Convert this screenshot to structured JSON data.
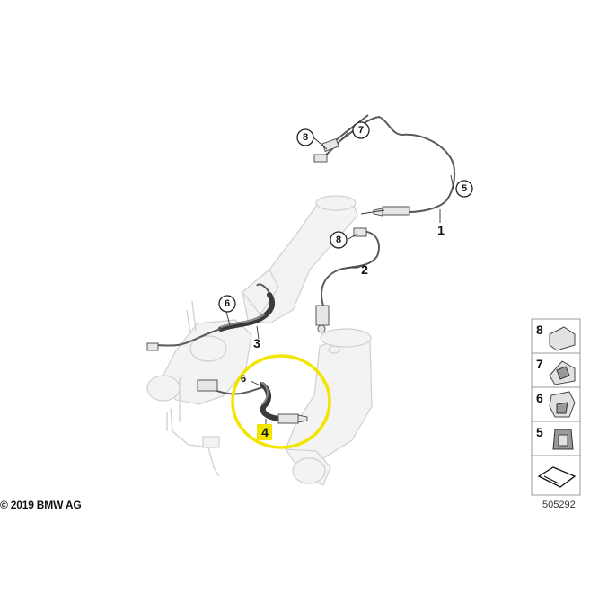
{
  "copyright": "© 2019 BMW AG",
  "diagram_id": "505292",
  "highlight_color": "#f2e600",
  "position_labels": [
    "1",
    "2",
    "3",
    "4"
  ],
  "callouts": [
    "8",
    "7",
    "5",
    "8",
    "6",
    "6"
  ],
  "legend": [
    "8",
    "7",
    "6",
    "5"
  ]
}
